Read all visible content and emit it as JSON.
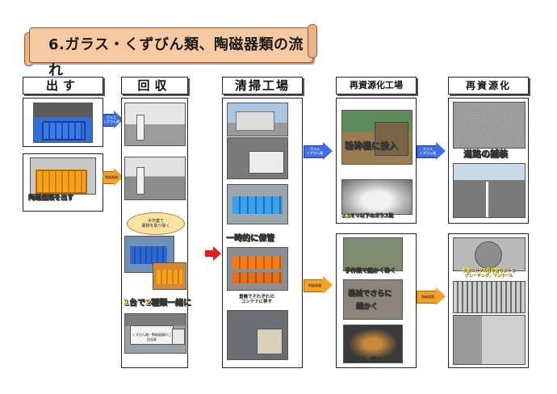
{
  "title": "6.ガラス・くずびん類、陶磁器類の流れ",
  "columns": {
    "c1": "出す",
    "c2": "回収",
    "c3": "清掃工場",
    "c4": "再資源化工場",
    "c5": "再資源化"
  },
  "labels": {
    "pottery_out": "陶磁器類を出す",
    "manual_sort_note": "手作業で\n異物を取り除く",
    "one_truck": "1台で2種類一緒に",
    "temp_storage": "一時的に保管",
    "sort_containers": "重機でそれぞれの\nコンテナに移す",
    "crusher": "粉砕機に投入",
    "glass_grain": "2.5ミリ以下のガラス粒",
    "road": "道路の舗装",
    "manual_fine": "手作業で細かく砕く",
    "machine_fine_1": "機械でさらに",
    "machine_fine_2": "細かく",
    "mix_bake": "混ぜる、焼く",
    "grating": "表面にガラス粒を含むような\nグレーチング、マンホール",
    "truck_sign": "くずびん類・陶磁器類のご回収車"
  },
  "arrows": {
    "blue_text": "ガラス\nくずびん類",
    "orange_text": "陶磁器類"
  },
  "colors": {
    "banner": "#f6c9a3",
    "blue_arrow": "#3f6fe0",
    "orange_arrow": "#f3a128",
    "red_arrow": "#e02020",
    "label_yellow": "#ffef3a"
  }
}
